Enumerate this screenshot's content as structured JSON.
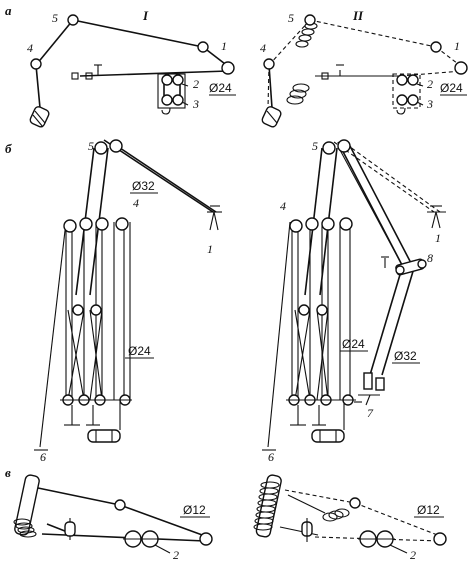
{
  "rows": [
    {
      "letter": "а"
    },
    {
      "letter": "б"
    },
    {
      "letter": "в"
    }
  ],
  "schemes": {
    "left": "I",
    "right": "II"
  },
  "labels": {
    "n1": "1",
    "n2": "2",
    "n3": "3",
    "n4": "4",
    "n5": "5",
    "n6": "6",
    "n7": "7",
    "n8": "8"
  },
  "diameters": {
    "d24": "Ø24",
    "d32": "Ø32",
    "d12": "Ø12"
  },
  "colors": {
    "ink": "#111111",
    "paper": "#ffffff"
  }
}
